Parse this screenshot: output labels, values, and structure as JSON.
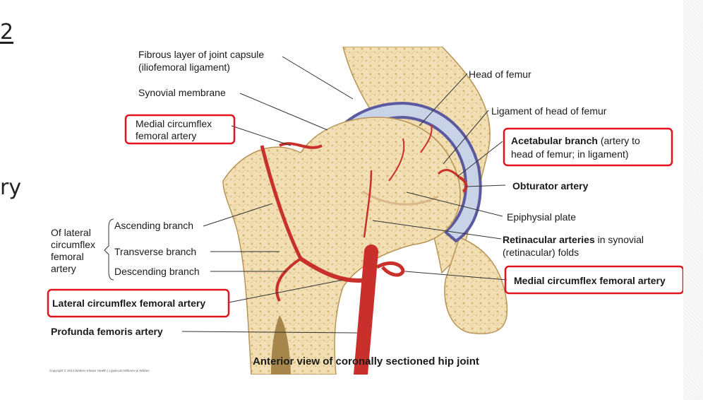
{
  "fragments": {
    "left_top": "2",
    "left_mid": "ry"
  },
  "colors": {
    "artery": "#c9302c",
    "highlight_box": "#e3141d",
    "bone": "#f2dfb4",
    "capsule": "#5b5aa0"
  },
  "labels": {
    "fibrous_line1": "Fibrous layer of joint capsule",
    "fibrous_line2": "(iliofemoral ligament)",
    "synovial": "Synovial membrane",
    "medial_top_line1": "Medial circumflex",
    "medial_top_line2": "femoral artery",
    "head_femur": "Head of femur",
    "ligament_head": "Ligament of head of femur",
    "acetabular_bold": "Acetabular branch",
    "acetabular_rest": " (artery to",
    "acetabular_line2": "head of femur; in ligament)",
    "obturator": "Obturator artery",
    "epiphysial": "Epiphysial plate",
    "retinacular_bold": "Retinacular arteries",
    "retinacular_rest": " in synovial",
    "retinacular_line2": "(retinacular) folds",
    "medial_right": "Medial circumflex femoral artery",
    "of_lateral_1": "Of lateral",
    "of_lateral_2": "circumflex",
    "of_lateral_3": "femoral",
    "of_lateral_4": "artery",
    "ascending": "Ascending branch",
    "transverse": "Transverse branch",
    "descending": "Descending branch",
    "lateral_circ": "Lateral circumflex femoral artery",
    "profunda": "Profunda femoris artery",
    "caption": "Anterior view of coronally sectioned hip joint",
    "copyright": "Copyright © 2014 Wolters Kluwer Health | Lippincott Williams & Wilkins"
  }
}
